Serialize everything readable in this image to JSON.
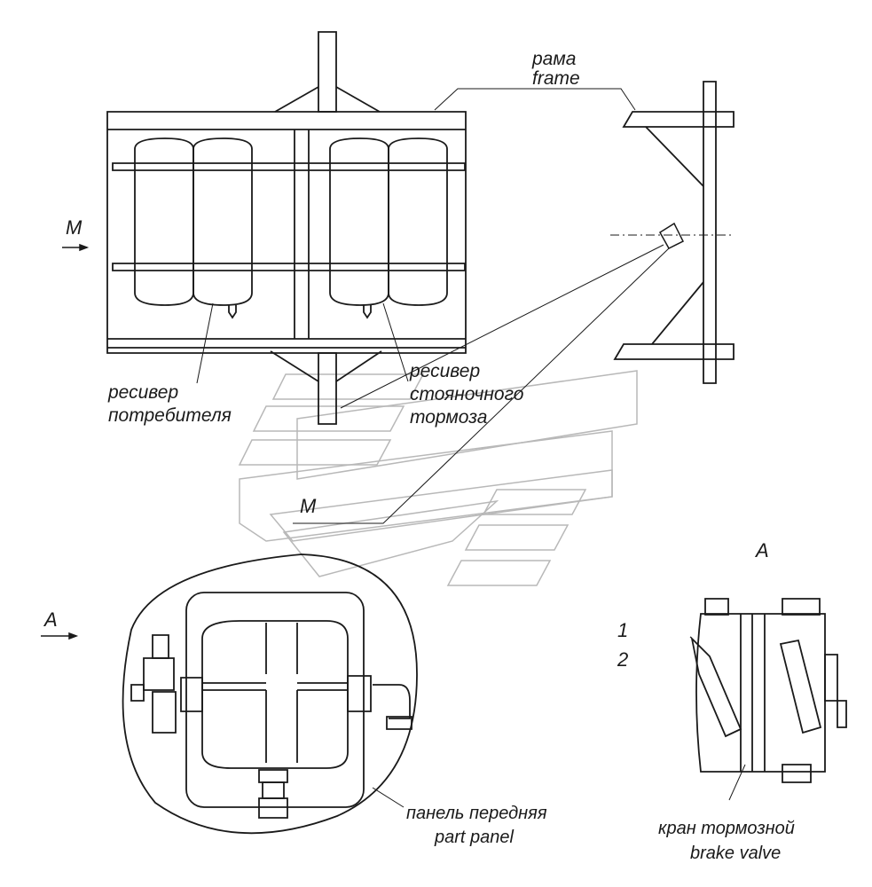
{
  "labels": {
    "frame_ru": "рама",
    "frame_en": "frame",
    "view_m_left": "M",
    "receiver_consumer_1": "ресивер",
    "receiver_consumer_2": "потребителя",
    "receiver_parking_1": "ресивер",
    "receiver_parking_2": "стояночного",
    "receiver_parking_3": "тормоза",
    "view_m_title": "M",
    "view_a_arrow": "A",
    "view_a_title": "A",
    "callout_1": "1",
    "callout_2": "2",
    "panel_ru": "панель передняя",
    "panel_en": "part panel",
    "brake_valve_ru": "кран тормозной",
    "brake_valve_en": "brake valve"
  },
  "colors": {
    "ink": "#1a1a1a",
    "watermark": "#b8b8b8",
    "paper": "#ffffff"
  }
}
